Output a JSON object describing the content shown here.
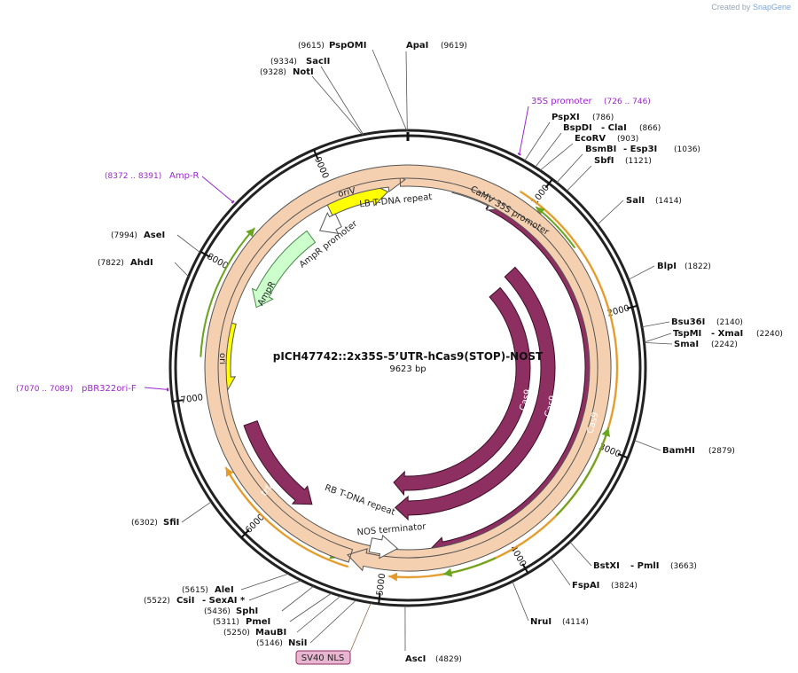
{
  "credit": {
    "prefix": "Created by",
    "brand": "SnapGene"
  },
  "plasmid": {
    "name": "pICH47742::2x35S-5’UTR-hCas9(STOP)-NOST",
    "length_label": "9623 bp",
    "length": 9623
  },
  "ticks": [
    "1000",
    "2000",
    "3000",
    "4000",
    "5000",
    "6000",
    "7000",
    "8000",
    "9000"
  ],
  "sites": [
    {
      "id": "pspomi",
      "name": "PspOMI",
      "pos": "(9615)"
    },
    {
      "id": "apai",
      "name": "ApaI",
      "pos": "(9619)"
    },
    {
      "id": "sacii",
      "name": "SacII",
      "pos": "(9334)"
    },
    {
      "id": "noti",
      "name": "NotI",
      "pos": "(9328)"
    },
    {
      "id": "pspxi",
      "name": "PspXI",
      "pos": "(786)"
    },
    {
      "id": "bspdi",
      "name": "BspDI",
      "name2": "- ClaI",
      "pos": "(866)"
    },
    {
      "id": "ecorv",
      "name": "EcoRV",
      "pos": "(903)"
    },
    {
      "id": "bsmbi",
      "name": "BsmBI",
      "name2": "- Esp3I",
      "pos": "(1036)"
    },
    {
      "id": "sbfi",
      "name": "SbfI",
      "pos": "(1121)"
    },
    {
      "id": "sali",
      "name": "SalI",
      "pos": "(1414)"
    },
    {
      "id": "blpi",
      "name": "BlpI",
      "pos": "(1822)"
    },
    {
      "id": "bsu36i",
      "name": "Bsu36I",
      "pos": "(2140)"
    },
    {
      "id": "tspmi",
      "name": "TspMI",
      "name2": "- XmaI",
      "pos": "(2240)"
    },
    {
      "id": "smai",
      "name": "SmaI",
      "pos": "(2242)"
    },
    {
      "id": "bamhi",
      "name": "BamHI",
      "pos": "(2879)"
    },
    {
      "id": "bstxi",
      "name": "BstXI",
      "name2": "- PmlI",
      "pos": "(3663)"
    },
    {
      "id": "fspai",
      "name": "FspAI",
      "pos": "(3824)"
    },
    {
      "id": "nrui",
      "name": "NruI",
      "pos": "(4114)"
    },
    {
      "id": "asci",
      "name": "AscI",
      "pos": "(4829)"
    },
    {
      "id": "nsii",
      "name": "NsiI",
      "pos": "(5146)"
    },
    {
      "id": "maubi",
      "name": "MauBI",
      "pos": "(5250)"
    },
    {
      "id": "pmei",
      "name": "PmeI",
      "pos": "(5311)"
    },
    {
      "id": "sphi",
      "name": "SphI",
      "pos": "(5436)"
    },
    {
      "id": "csii",
      "name": "CsiI",
      "name2": "- SexAI *",
      "pos": "(5522)"
    },
    {
      "id": "alei",
      "name": "AleI",
      "pos": "(5615)"
    },
    {
      "id": "sfii",
      "name": "SfiI",
      "pos": "(6302)"
    },
    {
      "id": "ahdi",
      "name": "AhdI",
      "pos": "(7822)"
    },
    {
      "id": "asei",
      "name": "AseI",
      "pos": "(7994)"
    }
  ],
  "primers": [
    {
      "id": "p35s",
      "name": "35S promoter",
      "range": "(726 .. 746)"
    },
    {
      "id": "ampr",
      "name": "Amp-R",
      "range": "(8372 .. 8391)"
    },
    {
      "id": "pbr",
      "name": "pBR322ori-F",
      "range": "(7070 .. 7089)"
    }
  ],
  "features": {
    "oriv": "oriV",
    "lb": "LB T-DNA repeat",
    "camv": "CaMV 35S promoter",
    "amprp": "AmpR promoter",
    "ampr": "AmpR",
    "ori": "ori",
    "trfa": "trfA",
    "rb": "RB T-DNA repeat",
    "nos": "NOS terminator",
    "cas9a": "Cas9",
    "cas9b": "Cas9",
    "cas9c": "Cas9",
    "sv40": "SV40 NLS"
  },
  "colors": {
    "backbone": "#222222",
    "cas9": "#8e2f62",
    "ori": "#ffff00",
    "ampr": "#ccffcc",
    "promoter": "#ffffff",
    "primer": "#9b27c9",
    "orf_green": "#6aa51f",
    "orf_orange": "#e39a28",
    "sv40": "#e8b6d0"
  }
}
